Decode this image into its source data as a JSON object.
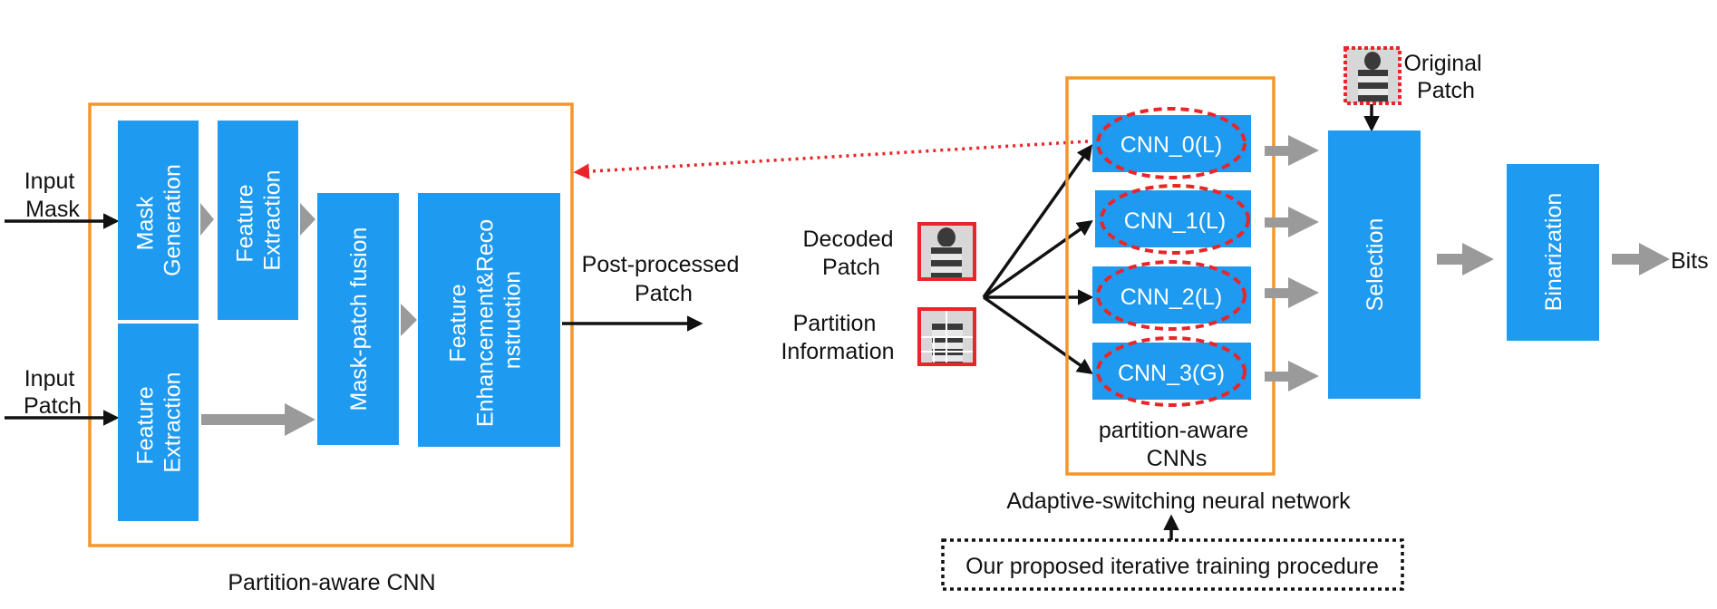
{
  "labels": {
    "input_mask": [
      "Input",
      "Mask"
    ],
    "input_patch": [
      "Input",
      "Patch"
    ],
    "mask_generation": [
      "Mask",
      "Generation"
    ],
    "feature_extraction_top": [
      "Feature",
      "Extraction"
    ],
    "feature_extraction_bottom": [
      "Feature",
      "Extraction"
    ],
    "mask_patch_fusion": "Mask-patch fusion",
    "feature_enhancement": [
      "Feature",
      "Enhancement&Reco",
      "nstruction"
    ],
    "post_processed_patch": [
      "Post-processed",
      "Patch"
    ],
    "partition_aware_cnn": "Partition-aware CNN",
    "decoded_patch": [
      "Decoded",
      "Patch"
    ],
    "partition_information": [
      "Partition",
      "Information"
    ],
    "cnns": [
      "CNN_0(L)",
      "CNN_1(L)",
      "CNN_2(L)",
      "CNN_3(G)"
    ],
    "partition_aware_cnns": [
      "partition-aware",
      "CNNs"
    ],
    "adaptive_switching": "Adaptive-switching neural network",
    "training_procedure": "Our proposed iterative training procedure",
    "original_patch": [
      "Original",
      "Patch"
    ],
    "selection": "Selection",
    "binarization": "Binarization",
    "bits": "Bits"
  },
  "colors": {
    "block_blue": "#1e9af0",
    "frame_orange": "#f5952a",
    "dashed_red": "#e8262a",
    "arrow_gray": "#9a9a9a",
    "arrow_black": "#111111"
  }
}
